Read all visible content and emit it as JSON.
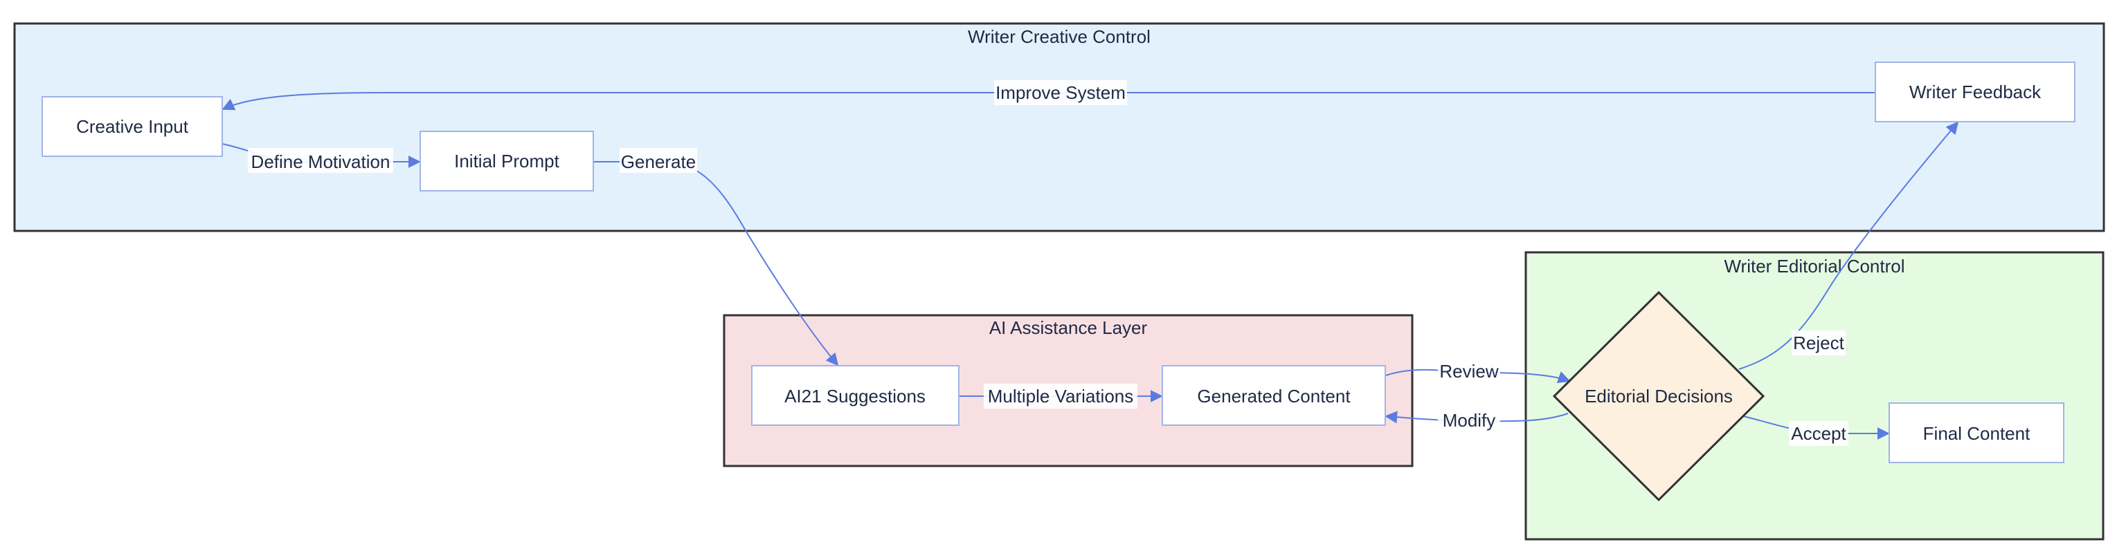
{
  "clusters": {
    "creative": {
      "title": "Writer Creative Control",
      "fill": "#e3f1fd"
    },
    "ai": {
      "title": "AI Assistance Layer",
      "fill": "#f8e0e2"
    },
    "editorial": {
      "title": "Writer Editorial Control",
      "fill": "#e4fbe1"
    }
  },
  "nodes": {
    "creative_input": "Creative Input",
    "initial_prompt": "Initial Prompt",
    "writer_feedback": "Writer Feedback",
    "ai21_suggestions": "AI21 Suggestions",
    "generated_content": "Generated Content",
    "editorial_decisions": "Editorial Decisions",
    "final_content": "Final Content"
  },
  "edges": {
    "define_motivation": "Define Motivation",
    "generate": "Generate",
    "improve_system": "Improve System",
    "multiple_variations": "Multiple Variations",
    "review": "Review",
    "modify": "Modify",
    "reject": "Reject",
    "accept": "Accept"
  },
  "colors": {
    "edge": "#5b7be0",
    "node_border": "#9fb4e8",
    "decision_fill": "#fdf0df",
    "cluster_border": "#333333"
  }
}
